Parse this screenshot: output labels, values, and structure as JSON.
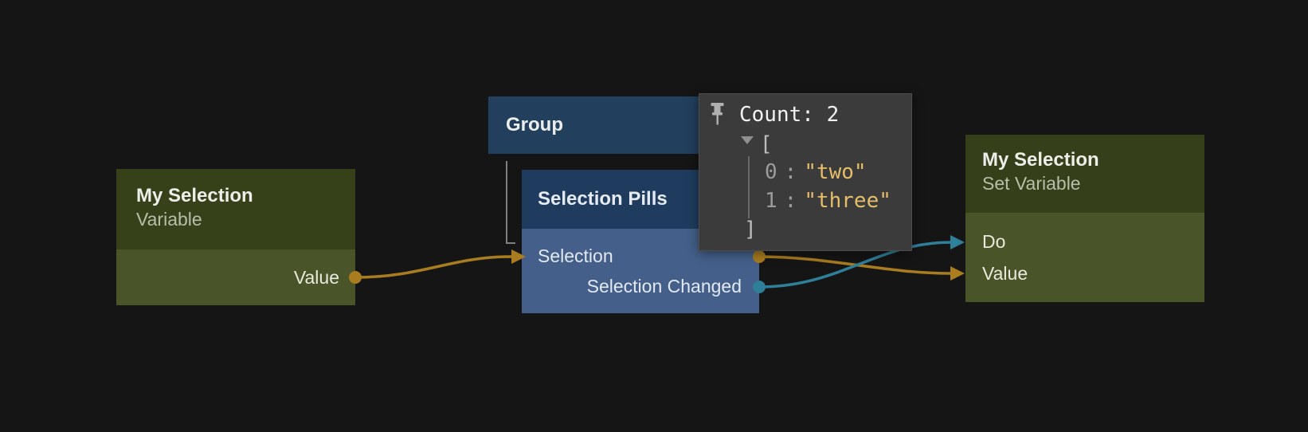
{
  "canvas": {
    "background": "#151515"
  },
  "nodes": {
    "variable": {
      "title": "My Selection",
      "subtitle": "Variable",
      "output_ports": [
        {
          "label": "Value"
        }
      ]
    },
    "group": {
      "title": "Group"
    },
    "selection_pills": {
      "title": "Selection Pills",
      "input_ports": [
        {
          "label": "Selection"
        }
      ],
      "output_ports": [
        {
          "label": ""
        },
        {
          "label": "Selection Changed"
        }
      ]
    },
    "set_variable": {
      "title": "My Selection",
      "subtitle": "Set Variable",
      "input_ports": [
        {
          "label": "Do"
        },
        {
          "label": "Value"
        }
      ]
    }
  },
  "tooltip": {
    "pin_icon": "pushpin-icon",
    "expander_icon": "triangle-down-icon",
    "count_label": "Count: 2",
    "array_open": "[",
    "array_close": "]",
    "items": [
      {
        "index": "0",
        "separator": ":",
        "value": "\"two\""
      },
      {
        "index": "1",
        "separator": ":",
        "value": "\"three\""
      }
    ]
  },
  "colors": {
    "background": "#151515",
    "olive_node_header": "#36411a",
    "olive_node_body": "#4a5429",
    "blue_node_header": "#1f3c5e",
    "blue_node_body": "#44608a",
    "group_fill": "#223f5e",
    "tooltip_background": "#3b3b3b",
    "wire_value": "#a87c1f",
    "wire_event": "#2f7f99",
    "group_connector": "#7f7f7f",
    "string_value_text": "#e6be69"
  }
}
